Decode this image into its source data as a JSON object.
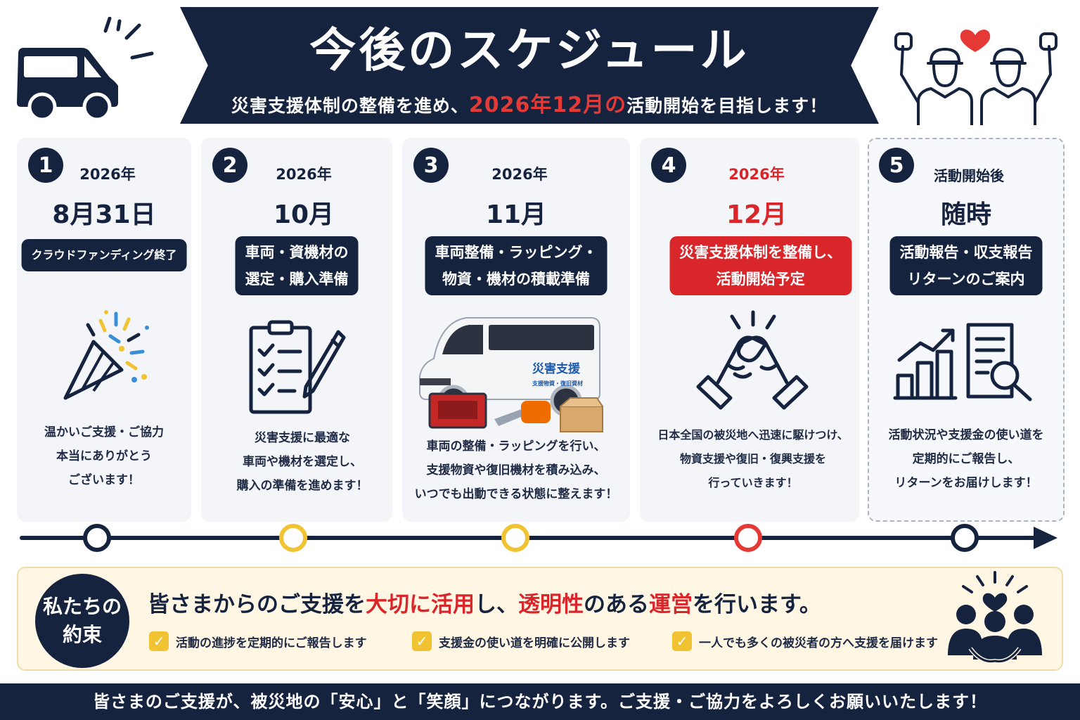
{
  "header": {
    "title": "今後のスケジュール",
    "subtitle_pre": "災害支援体制の整備を進め、",
    "subtitle_highlight": "2026年12月の",
    "subtitle_post": "活動開始を目指します！"
  },
  "steps": [
    {
      "number": "1",
      "year": "2026年",
      "date": "8月31日",
      "tag_lines": [
        "クラウドファンディング終了"
      ],
      "icon": "party-popper-icon",
      "desc_lines": [
        "温かいご支援・ご協力",
        "本当にありがとう",
        "ございます！"
      ]
    },
    {
      "number": "2",
      "year": "2026年",
      "date": "10月",
      "tag_lines": [
        "車両・資機材の",
        "選定・購入準備"
      ],
      "icon": "clipboard-checklist-icon",
      "desc_lines": [
        "災害支援に最適な",
        "車両や機材を選定し、",
        "購入の準備を進めます！"
      ]
    },
    {
      "number": "3",
      "year": "2026年",
      "date": "11月",
      "tag_lines": [
        "車両整備・ラッピング・",
        "物資・機材の積載準備"
      ],
      "icon": "van-equipment-icon",
      "van_text_main": "災害支援",
      "van_text_sub": "支援物資・復旧資材",
      "desc_lines": [
        "車両の整備・ラッピングを行い、",
        "支援物資や復旧機材を積み込み、",
        "いつでも出動できる状態に整えます！"
      ]
    },
    {
      "number": "4",
      "year": "2026年",
      "date": "12月",
      "tag_lines": [
        "災害支援体制を整備し、",
        "活動開始予定"
      ],
      "icon": "handshake-icon",
      "desc_lines": [
        "日本全国の被災地へ迅速に駆けつけ、",
        "物資支援や復旧・復興支援を",
        "行っていきます！"
      ]
    },
    {
      "number": "5",
      "year": "活動開始後",
      "date": "随時",
      "tag_lines": [
        "活動報告・収支報告",
        "リターンのご案内"
      ],
      "icon": "report-chart-icon",
      "desc_lines": [
        "活動状況や支援金の使い道を",
        "定期的にご報告し、",
        "リターンをお届けします！"
      ]
    }
  ],
  "promise": {
    "badge_line1": "私たちの",
    "badge_line2": "約束",
    "headline_parts": [
      "皆さまからのご支援を",
      "大切に活用",
      "し、",
      "透明性",
      "のある",
      "運営",
      "を行います。"
    ],
    "checks": [
      "活動の進捗を定期的にご報告します",
      "支援金の使い道を明確に公開します",
      "一人でも多くの被災者の方へ支援を届けます"
    ]
  },
  "footer": {
    "text": "皆さまのご支援が、被災地の「安心」と「笑顔」につながります。ご支援・ご協力をよろしくお願いいたします！"
  },
  "colors": {
    "navy": "#15233f",
    "red": "#d8262b",
    "yellow": "#f1c232",
    "card_bg": "#f3f5f9",
    "promise_bg": "#fff6e3"
  }
}
